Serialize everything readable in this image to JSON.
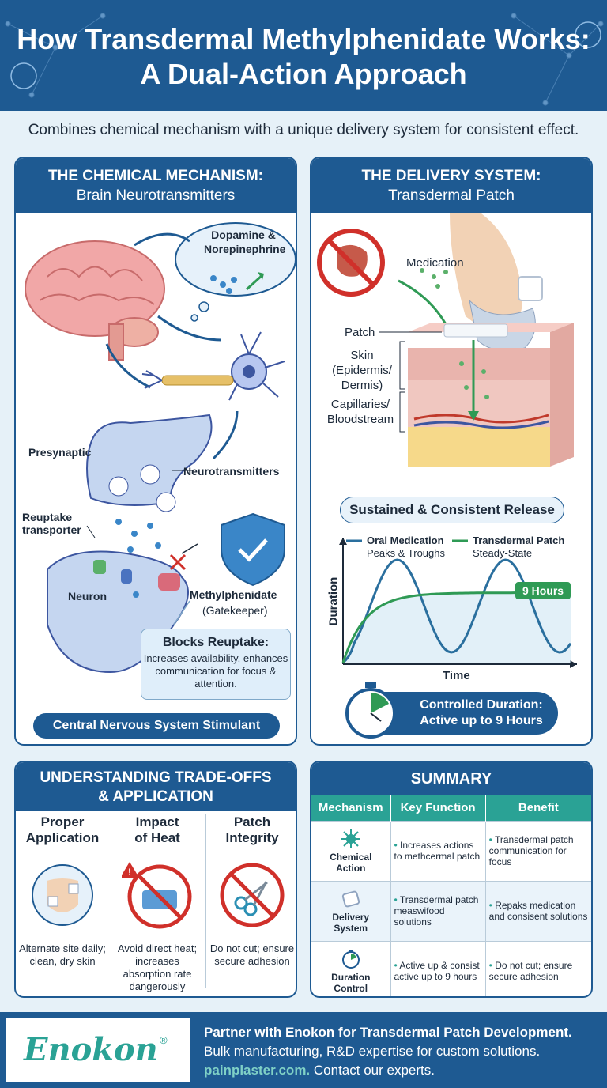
{
  "header": {
    "title": "How Transdermal Methylphenidate Works: A Dual-Action Approach"
  },
  "subtitle": "Combines chemical mechanism with a unique delivery system for consistent effect.",
  "chemical": {
    "heading_1": "THE CHEMICAL MECHANISM:",
    "heading_2": "Brain Neurotransmitters",
    "bubble_label": "Dopamine & Norepinephrine",
    "presynaptic": "Presynaptic",
    "neurotransmitters": "Neurotransmitters",
    "reuptake_transporter": "Reuptake transporter",
    "neuron": "Neuron",
    "methylphenidate": "Methylphenidate",
    "gatekeeper": "(Gatekeeper)",
    "blocks_title": "Blocks Reuptake:",
    "blocks_body": "Increases availability, enhances communication for focus & attention.",
    "footer_pill": "Central Nervous System Stimulant"
  },
  "delivery": {
    "heading_1": "THE DELIVERY SYSTEM:",
    "heading_2": "Transdermal Patch",
    "medication": "Medication",
    "patch": "Patch",
    "skin_1": "Skin",
    "skin_2": "(Epidermis/",
    "skin_3": "Dermis)",
    "capillaries_1": "Capillaries/",
    "capillaries_2": "Bloodstream",
    "release_title": "Sustained & Consistent Release",
    "duration_pill": "Controlled Duration: Active up to 9 Hours",
    "duration_line1": "Controlled Duration:",
    "duration_line2": "Active up to 9 Hours"
  },
  "chart_data": {
    "type": "line",
    "xlabel": "Time",
    "ylabel": "Duration",
    "annotation": "9 Hours",
    "series": [
      {
        "name": "Oral Medication",
        "sublabel": "Peaks & Troughs",
        "color": "#2a6f9e",
        "pattern": "peaks-and-troughs"
      },
      {
        "name": "Transdermal Patch",
        "sublabel": "Steady-State",
        "color": "#2f9a55",
        "pattern": "steady-state"
      }
    ]
  },
  "tradeoffs": {
    "heading_1": "UNDERSTANDING TRADE-OFFS",
    "heading_2": "& APPLICATION",
    "cols": [
      {
        "h1": "Proper",
        "h2": "Application",
        "desc": "Alternate site daily; clean, dry skin"
      },
      {
        "h1": "Impact",
        "h2": "of Heat",
        "desc": "Avoid direct heat; increases absorption rate dangerously"
      },
      {
        "h1": "Patch",
        "h2": "Integrity",
        "desc": "Do not cut; ensure secure adhesion"
      }
    ]
  },
  "summary": {
    "heading": "SUMMARY",
    "columns": [
      "Mechanism",
      "Key Function",
      "Benefit"
    ],
    "rows": [
      {
        "mech_1": "Chemical",
        "mech_2": "Action",
        "func": "Increases actions to methcermal patch",
        "benefit": "Transdermal patch communication for focus"
      },
      {
        "mech_1": "Delivery",
        "mech_2": "System",
        "func": "Transdermal patch measwifood solutions",
        "benefit": "Repaks medication and consisent solutions"
      },
      {
        "mech_1": "Duration",
        "mech_2": "Control",
        "func": "Active up & consist active up to 9 hours",
        "benefit": "Do not cut; ensure secure adhesion"
      }
    ]
  },
  "footer": {
    "logo": "Enokon",
    "logo_mark": "®",
    "line1": "Partner with Enokon for Transdermal Patch Development.",
    "line2": "Bulk manufacturing, R&D expertise for custom solutions.",
    "link": "painplaster.com.",
    "line3_rest": " Contact our experts."
  }
}
